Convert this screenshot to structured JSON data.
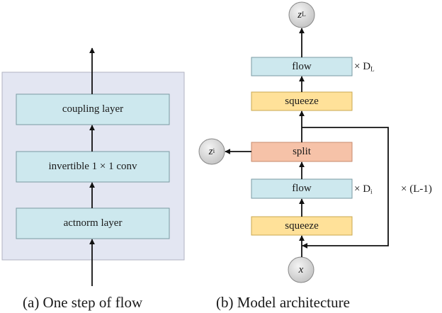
{
  "panel_a": {
    "layers": [
      "coupling layer",
      "invertible 1 × 1 conv",
      "actnorm layer"
    ],
    "caption": "(a)  One step of flow"
  },
  "panel_b": {
    "z_top": {
      "base": "z",
      "sub": "L"
    },
    "z_side": {
      "base": "z",
      "sub": "i"
    },
    "input": "x",
    "blocks": {
      "flow_top": "flow",
      "squeeze_top": "squeeze",
      "split": "split",
      "flow_mid": "flow",
      "squeeze_bottom": "squeeze"
    },
    "mult_DL": {
      "prefix": "× D",
      "sub": "L"
    },
    "mult_Di": {
      "prefix": "× D",
      "sub": "i"
    },
    "mult_L": "× (L-1)",
    "caption": "(b)  Model architecture"
  },
  "colors": {
    "panel_bg": "#e3e6f2",
    "flow_box": "#cde8ee",
    "squeeze_box": "#ffe199",
    "split_box": "#f6c2a8",
    "node": "#d4d4d4"
  }
}
